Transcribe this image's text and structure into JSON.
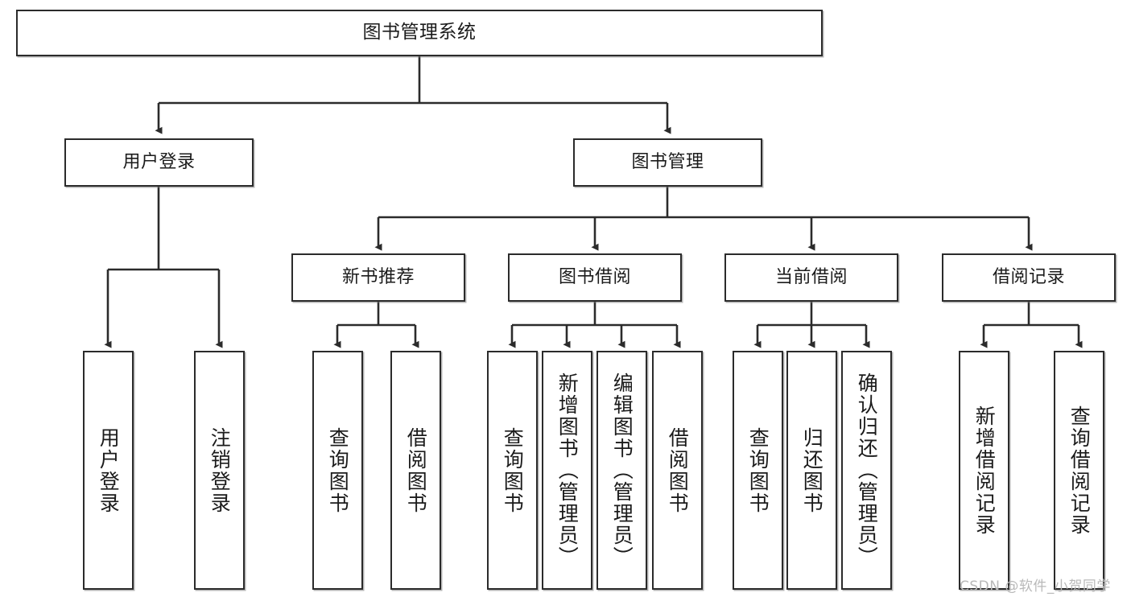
{
  "diagram": {
    "title": "图书管理系统",
    "type": "hierarchy-tree",
    "orientation": "top-down",
    "line_color": "#2b2b2b",
    "box_fill": "#ffffff",
    "box_border": "#2b2b2b",
    "watermark": "CSDN @软件_小贺同学"
  },
  "nodes": {
    "root": {
      "label": "图书管理系统",
      "level": 0
    },
    "level1": [
      {
        "label": "用户登录",
        "level": 1
      },
      {
        "label": "图书管理",
        "level": 1
      }
    ],
    "level2": [
      {
        "label": "新书推荐",
        "level": 2
      },
      {
        "label": "图书借阅",
        "level": 2
      },
      {
        "label": "当前借阅",
        "level": 2
      },
      {
        "label": "借阅记录",
        "level": 2
      }
    ],
    "leaves": {
      "user_login": [
        {
          "label": "用户登录"
        },
        {
          "label": "注销登录"
        }
      ],
      "new_book_recommend": [
        {
          "label": "查询图书"
        },
        {
          "label": "借阅图书"
        }
      ],
      "book_borrow": [
        {
          "label": "查询图书"
        },
        {
          "label": "新增图书（管理员）"
        },
        {
          "label": "编辑图书（管理员）"
        },
        {
          "label": "借阅图书"
        }
      ],
      "current_borrow": [
        {
          "label": "查询图书"
        },
        {
          "label": "归还图书"
        },
        {
          "label": "确认归还（管理员）"
        }
      ],
      "borrow_record": [
        {
          "label": "新增借阅记录"
        },
        {
          "label": "查询借阅记录"
        }
      ]
    }
  }
}
